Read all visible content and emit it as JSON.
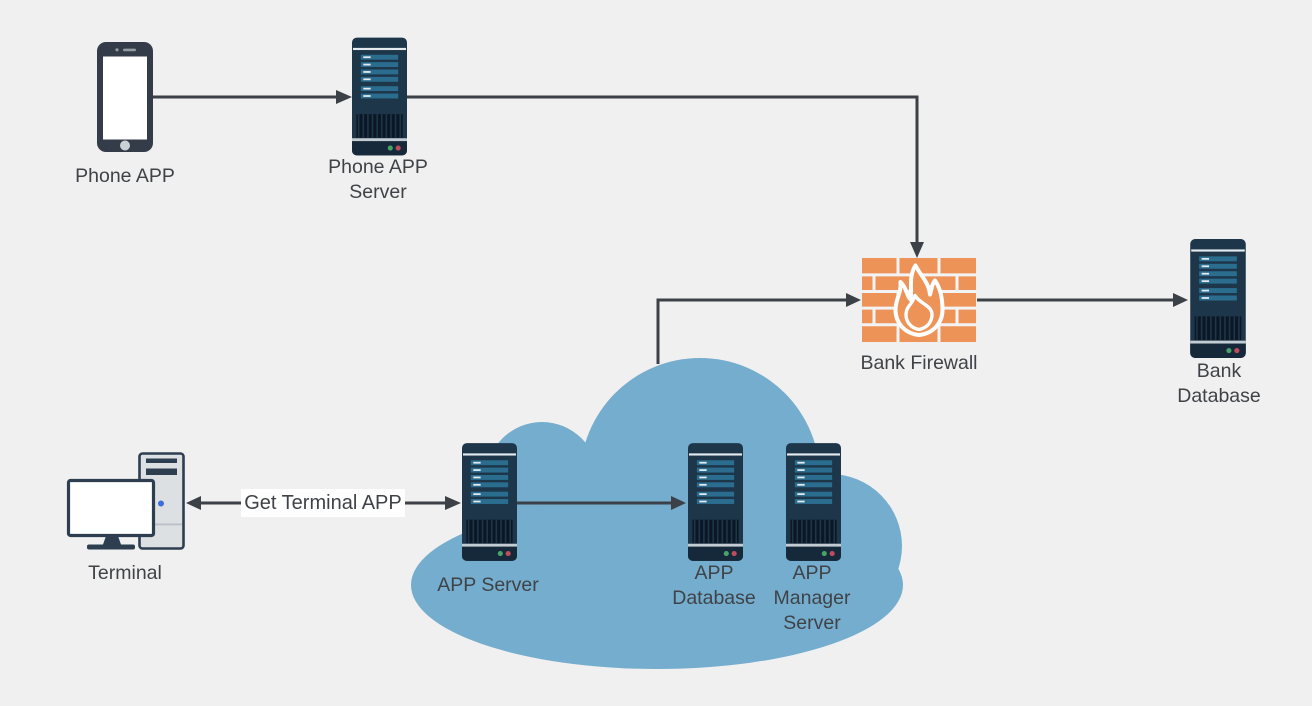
{
  "diagram": {
    "title": "",
    "nodes": [
      {
        "id": "phone-app",
        "label": "Phone APP",
        "icon": "smartphone-icon"
      },
      {
        "id": "phone-app-server",
        "label": "Phone APP\nServer",
        "icon": "server-icon"
      },
      {
        "id": "bank-firewall",
        "label": "Bank Firewall",
        "icon": "firewall-icon"
      },
      {
        "id": "bank-database",
        "label": "Bank\nDatabase",
        "icon": "server-icon"
      },
      {
        "id": "terminal",
        "label": "Terminal",
        "icon": "desktop-computer-icon"
      },
      {
        "id": "app-server",
        "label": "APP Server",
        "icon": "server-icon"
      },
      {
        "id": "app-database",
        "label": "APP\nDatabase",
        "icon": "server-icon"
      },
      {
        "id": "app-manager-server",
        "label": "APP\nManager\nServer",
        "icon": "server-icon"
      },
      {
        "id": "cloud",
        "label": "",
        "icon": "cloud-shape"
      }
    ],
    "edges": [
      {
        "from": "phone-app",
        "to": "phone-app-server",
        "label": "",
        "bidirectional": false
      },
      {
        "from": "phone-app-server",
        "to": "bank-firewall",
        "label": "",
        "bidirectional": false
      },
      {
        "from": "cloud",
        "to": "bank-firewall",
        "label": "",
        "bidirectional": false
      },
      {
        "from": "bank-firewall",
        "to": "bank-database",
        "label": "",
        "bidirectional": false
      },
      {
        "from": "terminal",
        "to": "app-server",
        "label": "Get Terminal APP",
        "bidirectional": true
      },
      {
        "from": "app-server",
        "to": "app-database",
        "label": "",
        "bidirectional": false
      }
    ],
    "colors": {
      "background": "#f0f0f0",
      "cloud_blue": "#75adce",
      "server_body": "#1d3649",
      "server_bar": "#2a6d8e",
      "firewall_orange": "#ee9357",
      "connector_line": "#3c4148",
      "label_text": "#3f4347",
      "led_green": "#44a566",
      "led_red": "#bf4b5e",
      "phone_body": "#353c49",
      "terminal_gray": "#dce0e3",
      "terminal_outline": "#2c3e50"
    }
  }
}
